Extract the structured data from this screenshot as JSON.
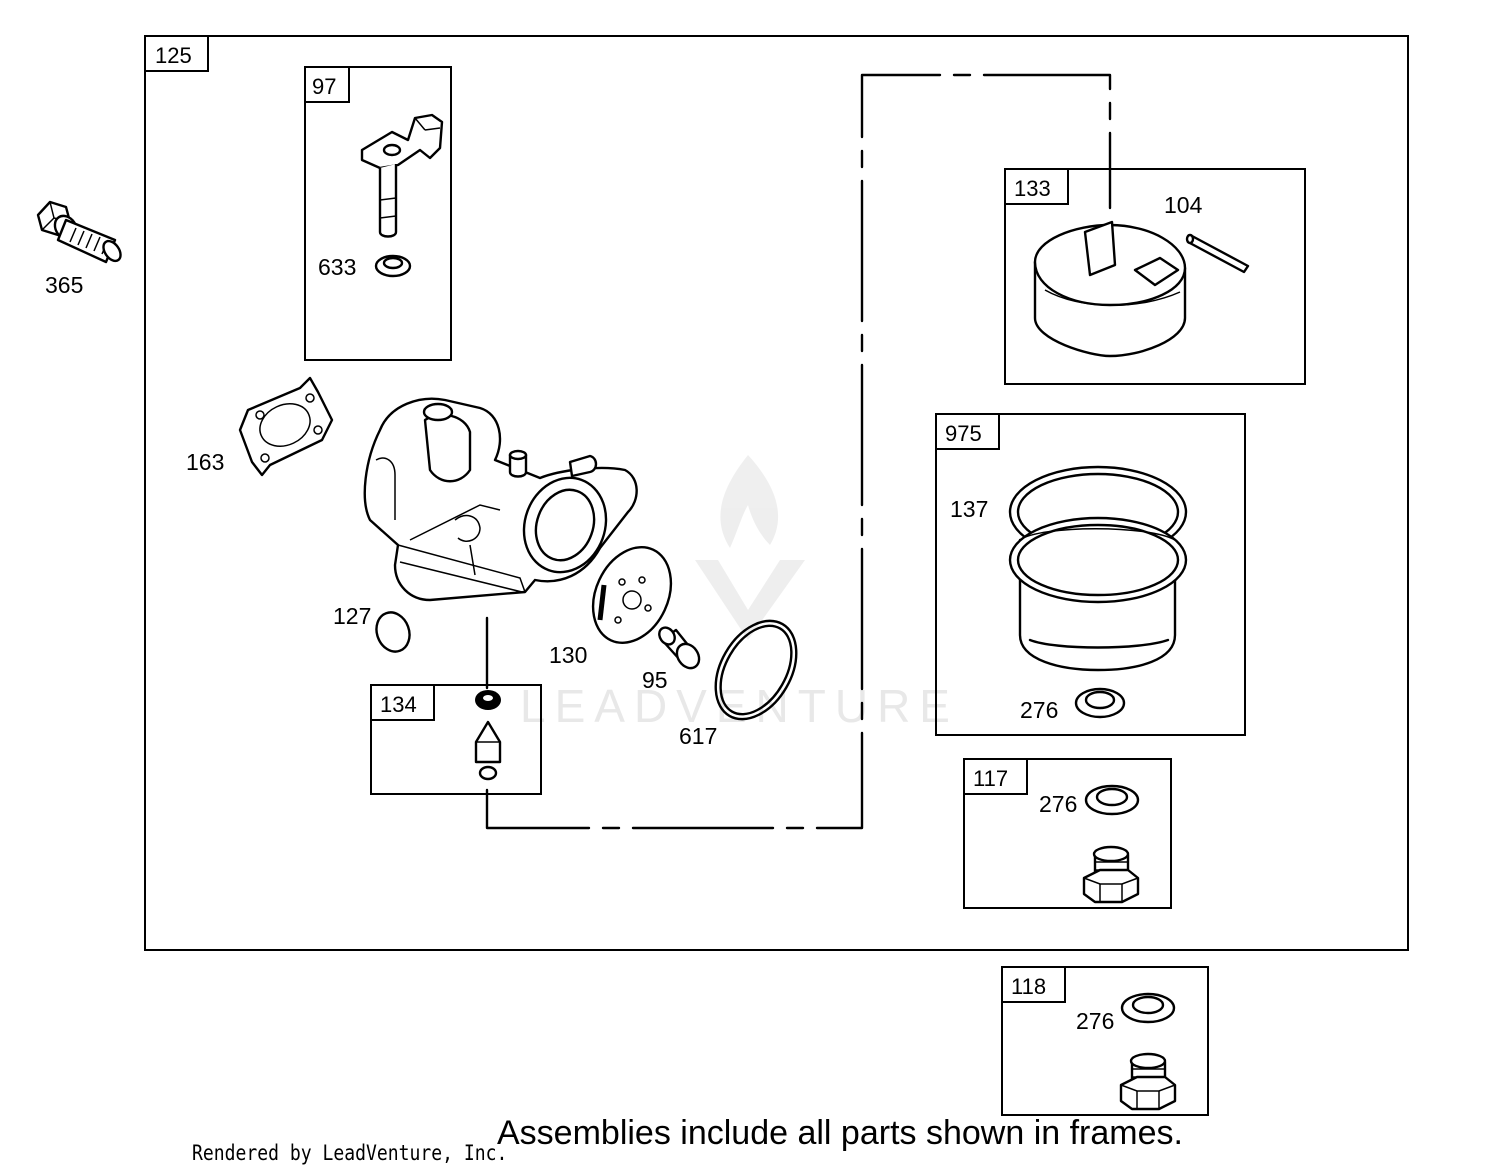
{
  "frames": {
    "main": "125",
    "governor": "97",
    "float": "133",
    "bowl_assembly": "975",
    "needle": "134",
    "bowl_nut_117": "117",
    "bowl_nut_118": "118"
  },
  "callouts": {
    "bolt": "365",
    "seal_633": "633",
    "gasket": "163",
    "welch_plug": "127",
    "primer_plate": "130",
    "nozzle": "95",
    "o_ring": "617",
    "float_pin": "104",
    "bowl": "137",
    "washer_975": "276",
    "washer_117": "276",
    "washer_118": "276"
  },
  "watermark": "LEADVENTURE",
  "footer": {
    "credit": "Rendered by LeadVenture, Inc.",
    "note": "Assemblies include all parts shown in frames."
  }
}
